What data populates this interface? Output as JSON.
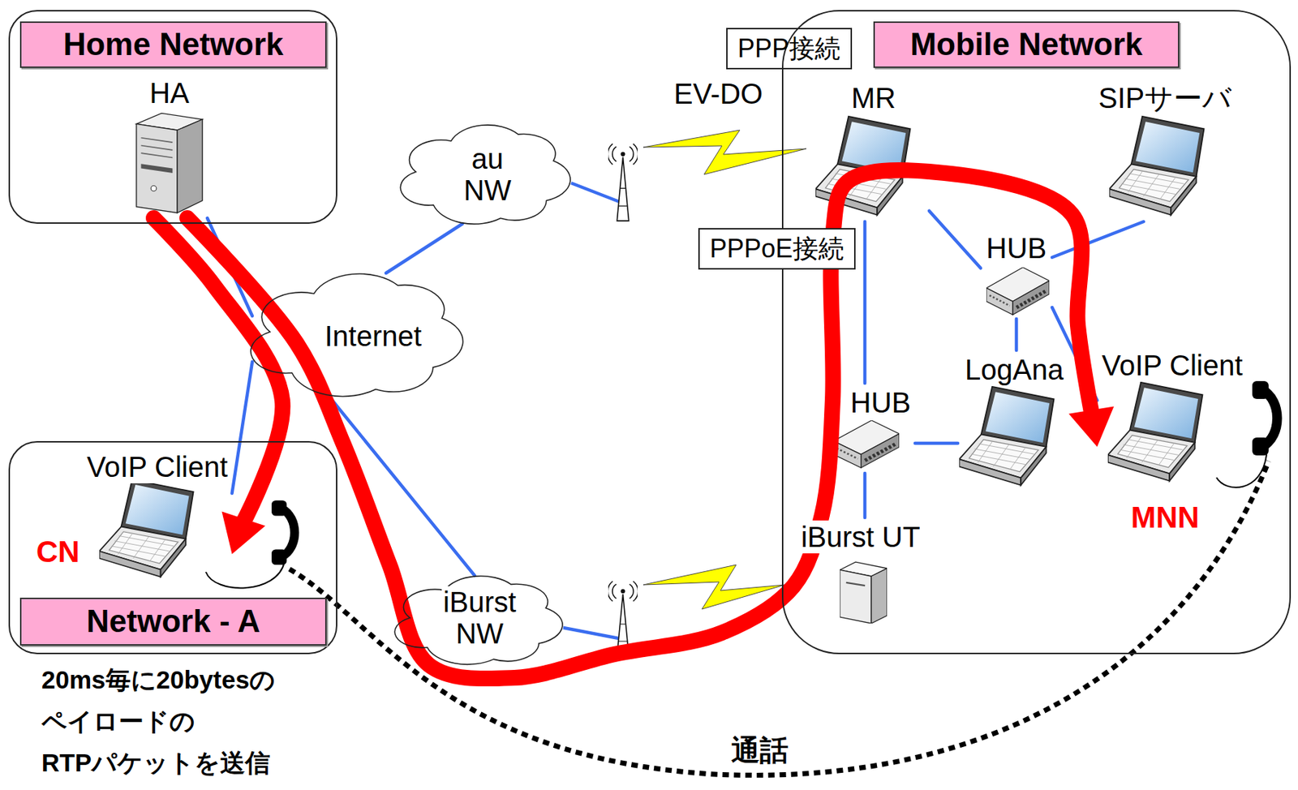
{
  "diagram": {
    "nodes": [
      {
        "text": [
          "Home Network"
        ]
      },
      {
        "text": [
          "HA"
        ],
        "in": 0
      },
      {
        "text": [
          "PPP接続"
        ]
      },
      {
        "text": [
          "Mobile Network"
        ]
      },
      {
        "text": [
          "MR"
        ],
        "in": 3
      },
      {
        "text": [
          "SIPサーバ"
        ],
        "in": 3
      },
      {
        "text": [
          "au NW"
        ]
      },
      {
        "text": [
          "PPPoE接続"
        ]
      },
      {
        "text": [
          "HUB"
        ],
        "in": 3
      },
      {
        "text": [
          "Internet"
        ]
      },
      {
        "text": [
          "LogAna"
        ],
        "in": 3
      },
      {
        "text": [
          "VoIP Client",
          "MNN"
        ],
        "in": 3
      },
      {
        "text": [
          "HUB"
        ],
        "in": 3
      },
      {
        "text": [
          "iBurst UT"
        ],
        "in": 3
      },
      {
        "text": [
          "Network - A"
        ]
      },
      {
        "text": [
          "VoIP Client",
          "CN"
        ],
        "in": 14
      },
      {
        "text": [
          "iBurst NW"
        ]
      }
    ],
    "edges": [
      {
        "from": 1,
        "to": 9,
        "arrow": "none"
      },
      {
        "from": 9,
        "to": 15,
        "arrow": "none"
      },
      {
        "from": 9,
        "to": 6,
        "arrow": "none"
      },
      {
        "from": 9,
        "to": 16,
        "arrow": "none"
      },
      {
        "from": 4,
        "to": 8,
        "arrow": "none"
      },
      {
        "from": 4,
        "to": 12,
        "arrow": "none"
      },
      {
        "from": 8,
        "to": 5,
        "arrow": "none"
      },
      {
        "from": 8,
        "to": 10,
        "arrow": "none"
      },
      {
        "from": 8,
        "to": 11,
        "arrow": "none"
      },
      {
        "from": 12,
        "to": 10,
        "arrow": "none"
      },
      {
        "from": 12,
        "to": 13,
        "arrow": "none"
      },
      {
        "from": 1,
        "to": 15,
        "arrow": "to"
      },
      {
        "from": 1,
        "to": 11,
        "arrow": "to"
      }
    ],
    "labels": [
      "EV-DO",
      "20ms毎に20bytesの ペイロードの RTPパケットを送信",
      "通話"
    ]
  }
}
